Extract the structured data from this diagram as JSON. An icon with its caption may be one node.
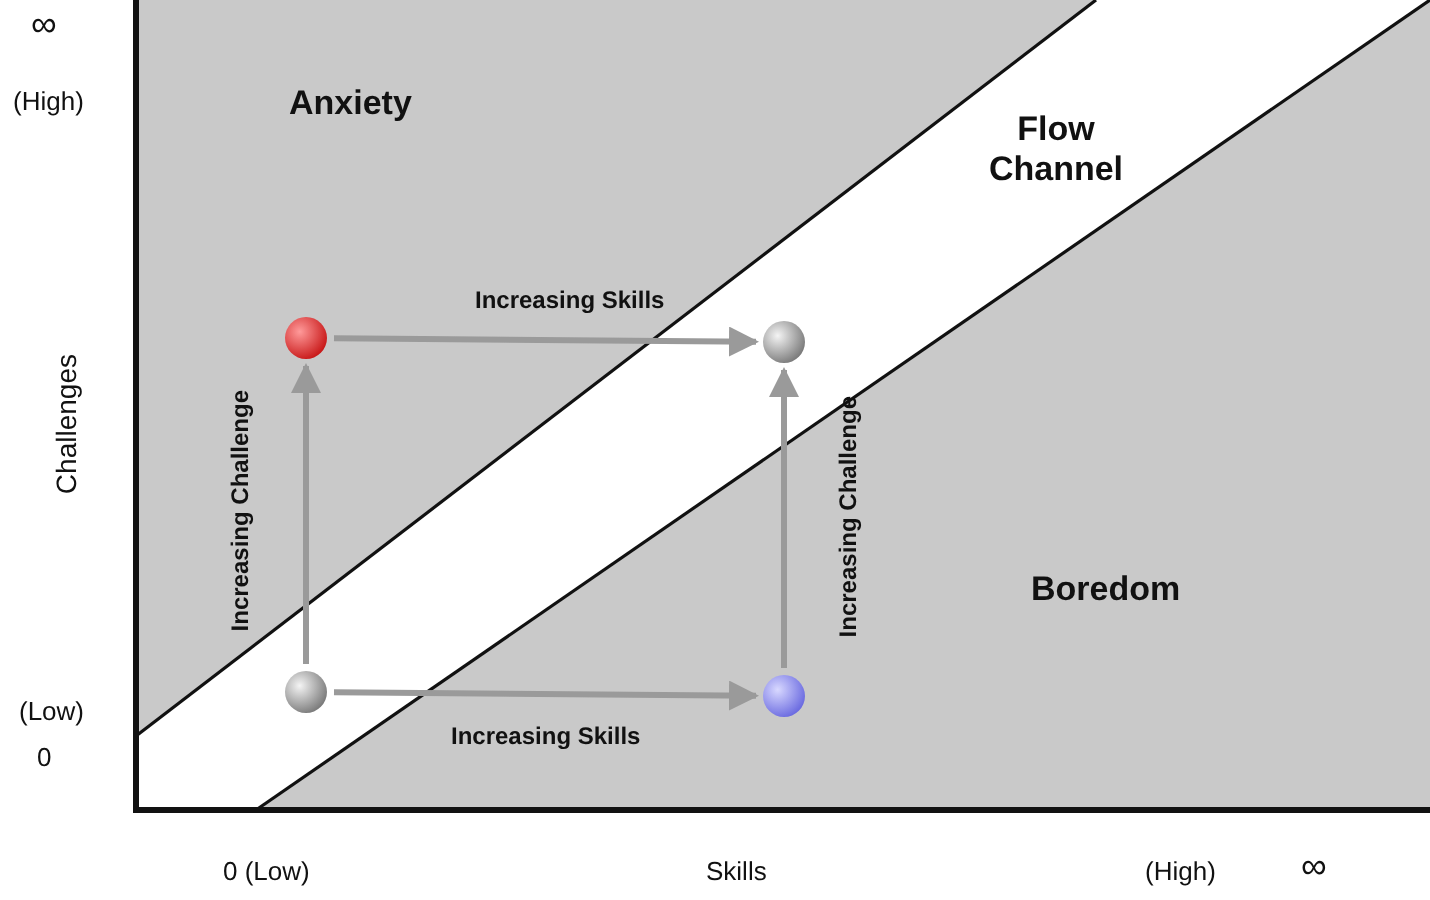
{
  "diagram": {
    "nodes": [
      {
        "text": [],
        "shape": "circle"
      },
      {
        "text": [],
        "shape": "circle"
      },
      {
        "text": [],
        "shape": "circle"
      },
      {
        "text": [],
        "shape": "circle"
      }
    ],
    "edges": [
      {
        "from": 2,
        "to": 0,
        "arrow": "to",
        "label": "Increasing Challenge"
      },
      {
        "from": 0,
        "to": 1,
        "arrow": "to",
        "label": "Increasing Skills"
      },
      {
        "from": 2,
        "to": 3,
        "arrow": "to",
        "label": "Increasing Skills"
      },
      {
        "from": 3,
        "to": 1,
        "arrow": "to",
        "label": "Increasing Challenge"
      }
    ],
    "labels": [
      "∞",
      "(High)",
      "Anxiety",
      "Flow Channel",
      "Challenges",
      "Boredom",
      "(Low)",
      "0",
      "0 (Low)",
      "Skills",
      "(High)",
      "∞"
    ]
  }
}
